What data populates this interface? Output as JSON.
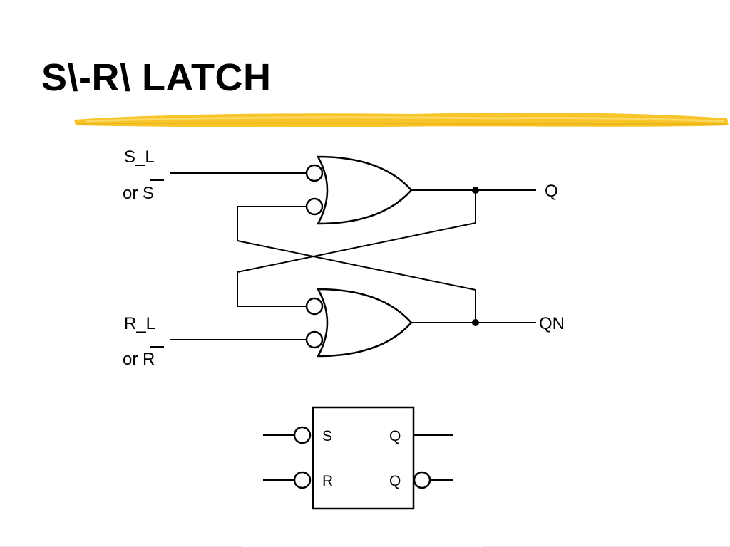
{
  "slide": {
    "title": "S\\-R\\ LATCH",
    "accent_color": "#f5c518"
  },
  "gate_diagram": {
    "input_top": {
      "line1": "S_L",
      "line2_prefix": "or ",
      "line2_overbar": "S"
    },
    "input_bottom": {
      "line1": "R_L",
      "line2_prefix": "or ",
      "line2_overbar": "R"
    },
    "output_top": "Q",
    "output_bottom": "QN"
  },
  "symbol": {
    "pin_s": "S",
    "pin_r": "R",
    "pin_q": "Q",
    "pin_qn": "Q"
  }
}
